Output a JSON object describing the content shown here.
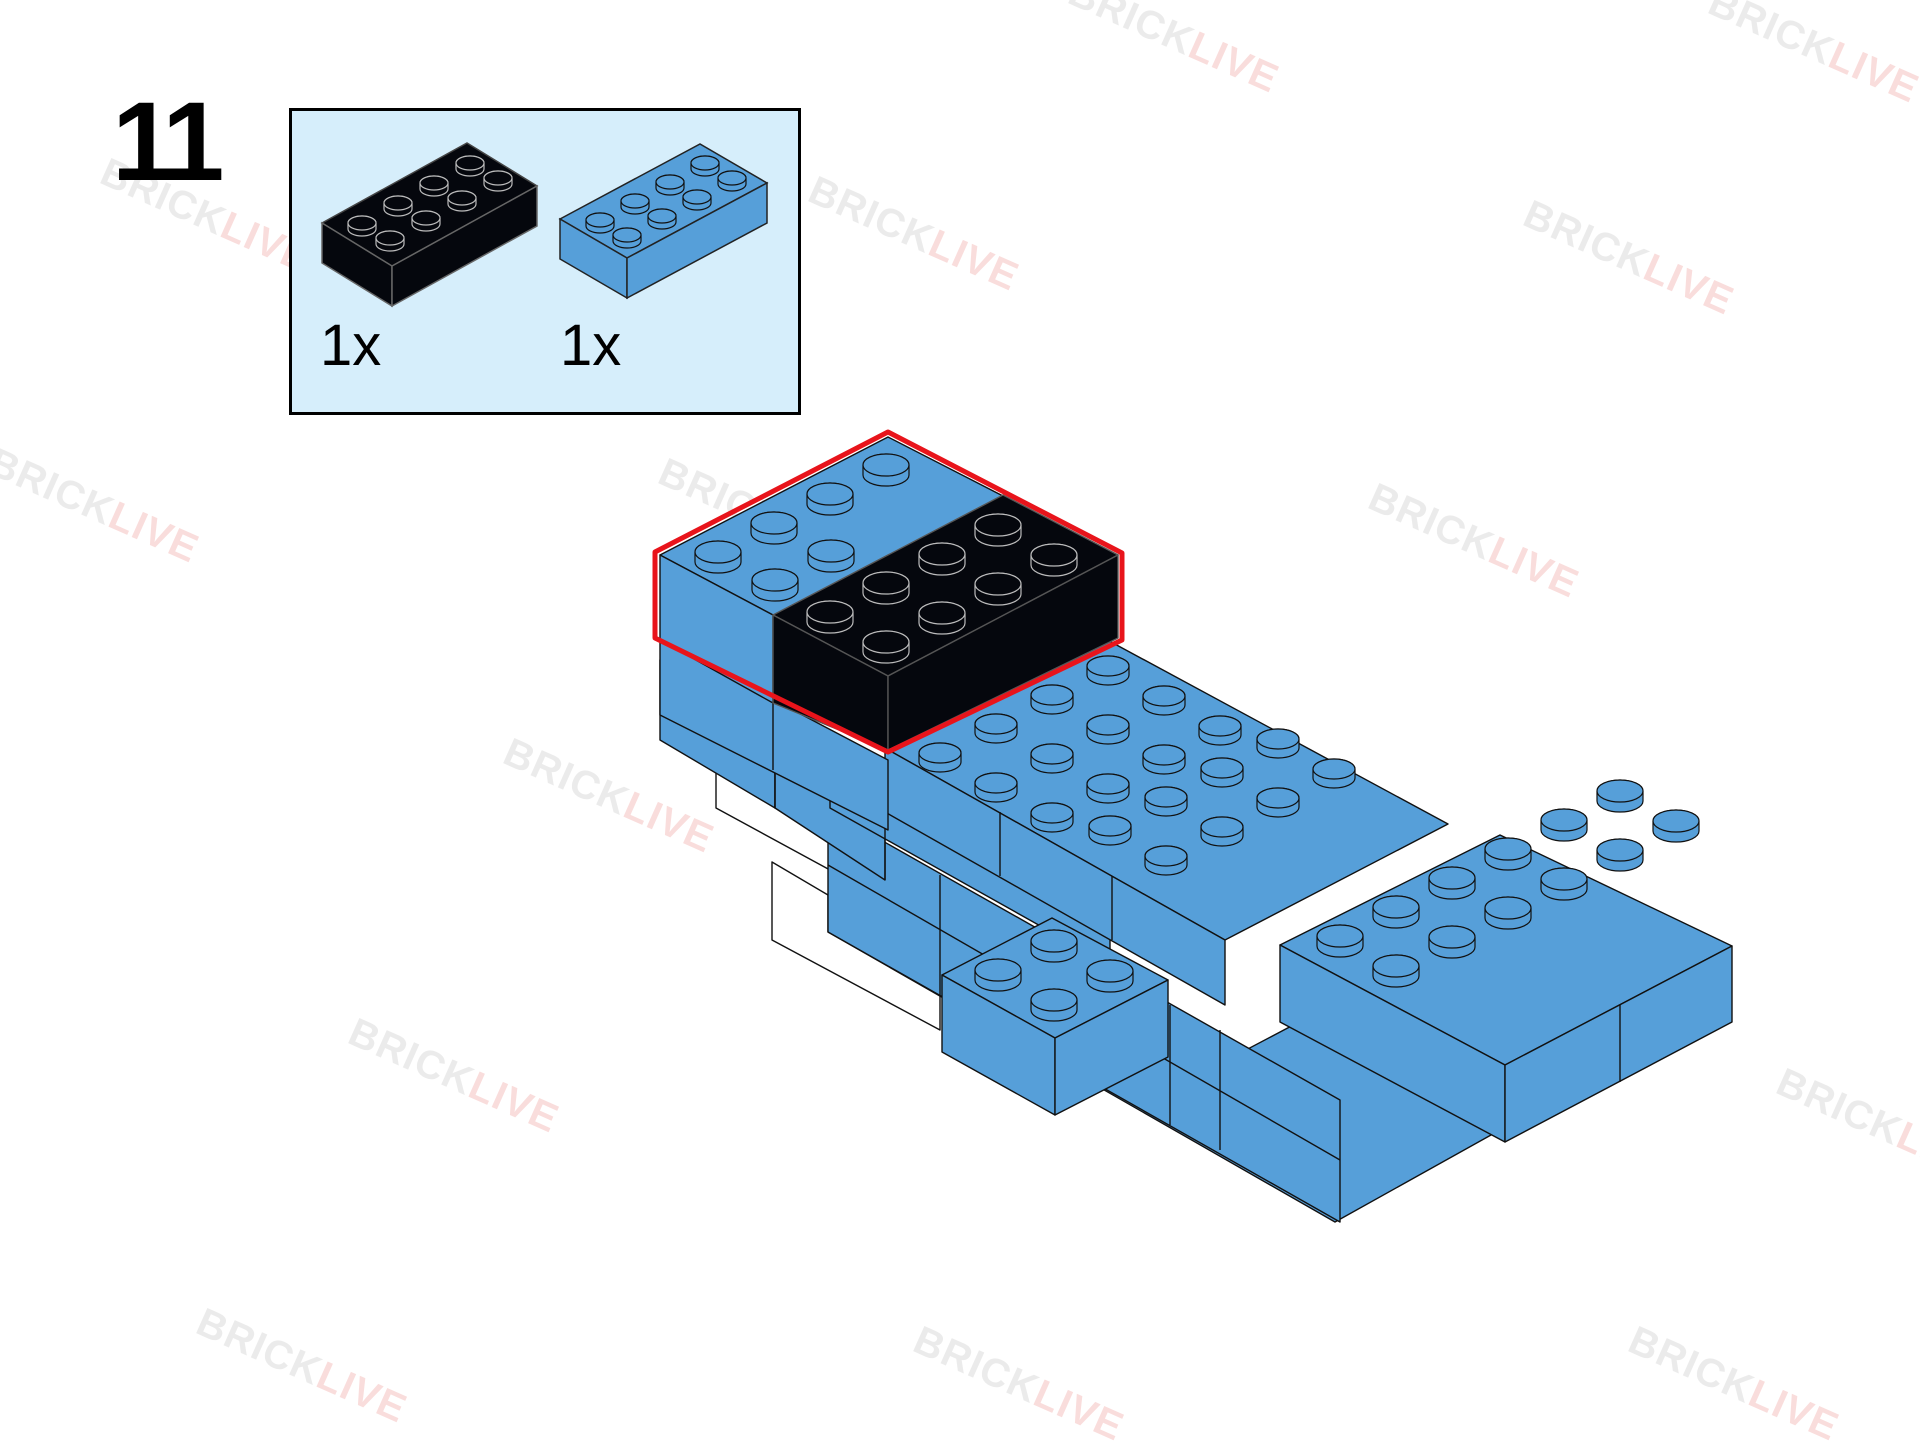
{
  "step": {
    "number": "11"
  },
  "parts": [
    {
      "name": "black-2x4-brick",
      "quantity": "1x",
      "color": "#05070d"
    },
    {
      "name": "blue-2x4-brick",
      "quantity": "1x",
      "color": "#569fd9"
    }
  ],
  "watermark": {
    "brand_a": "BRICK",
    "brand_b": "LIVE"
  },
  "colors": {
    "panel_bg": "#d6eefb",
    "brick_blue": "#569fd9",
    "brick_blue_top": "#569fd9",
    "brick_black": "#05070d",
    "highlight": "#e8141b",
    "white_brick": "#ffffff"
  }
}
